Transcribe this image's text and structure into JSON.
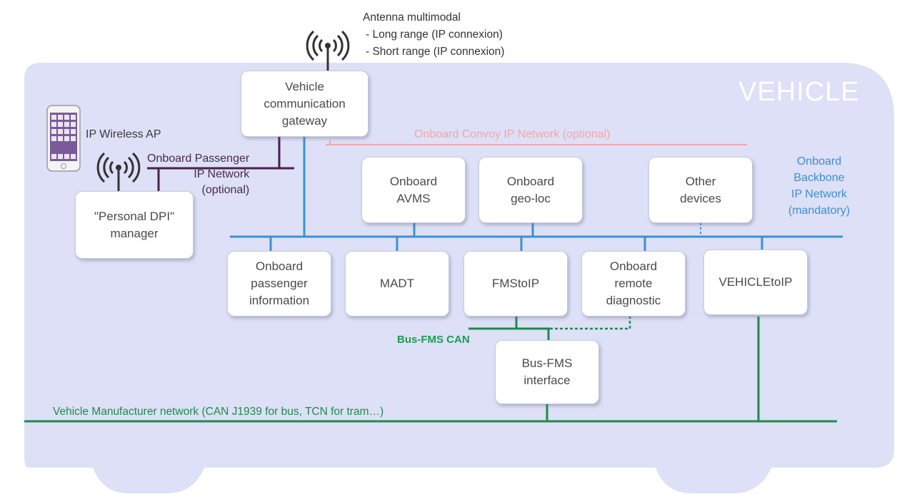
{
  "vehicle_label": "VEHICLE",
  "antenna": {
    "title": "Antenna multimodal",
    "items": [
      "- Long range (IP connexion)",
      "- Short range  (IP connexion)"
    ]
  },
  "ip_wireless_label": "IP Wireless AP",
  "passenger_network_label": "Onboard Passenger\nIP Network\n(optional)",
  "convoy_network_label": "Onboard Convoy IP Network (optional)",
  "backbone_network_label": "Onboard\nBackbone\nIP Network\n(mandatory)",
  "bus_fms_can_label": "Bus-FMS CAN",
  "manufacturer_network_label": "Vehicle Manufacturer network (CAN J1939 for bus, TCN for tram…)",
  "boxes": {
    "gateway": "Vehicle\ncommunication\ngateway",
    "personal_dpi": "\"Personal DPI\"\nmanager",
    "avms": "Onboard\nAVMS",
    "geoloc": "Onboard\ngeo-loc",
    "other_devices": "Other\ndevices",
    "passenger_info": "Onboard\npassenger\ninformation",
    "madt": "MADT",
    "fmstoip": "FMStoIP",
    "remote_diag": "Onboard\nremote\ndiagnostic",
    "vehicletoip": "VEHICLEtoIP",
    "busfms_interface": "Bus-FMS\ninterface"
  },
  "colors": {
    "vehicle_body": "#dde0f6",
    "backbone": "#3a92d1",
    "passenger_net": "#4a1f4f",
    "convoy_net": "#f0a8a8",
    "can_net": "#1e8a4c"
  }
}
